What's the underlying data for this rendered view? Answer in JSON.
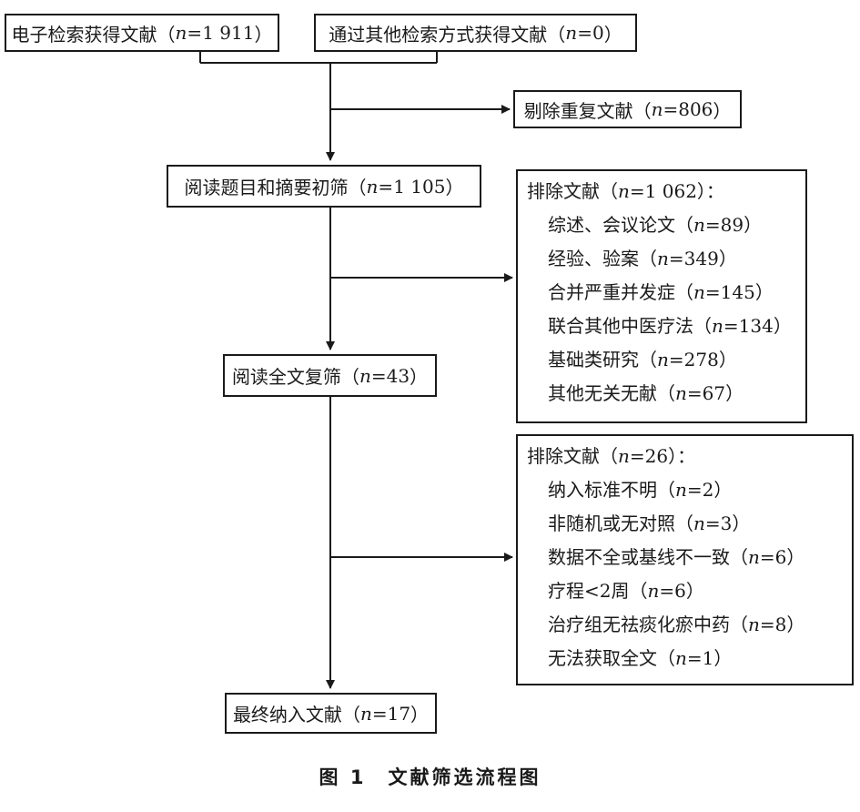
{
  "source_boxes": [
    {
      "label": "电子检索获得文献",
      "count": "1 911"
    },
    {
      "label": "通过其他检索方式获得文献",
      "count": "0"
    }
  ],
  "duplicates_box": {
    "label": "剔除重复文献",
    "count": "806"
  },
  "screen_box": {
    "label": "阅读题目和摘要初筛",
    "count": "1 105"
  },
  "exclusion_1": {
    "header": "排除文献",
    "count": "1 062",
    "items": [
      {
        "label": "综述、会议论文",
        "count": "89"
      },
      {
        "label": "经验、验案",
        "count": "349"
      },
      {
        "label": "合并严重并发症",
        "count": "145"
      },
      {
        "label": "联合其他中医疗法",
        "count": "134"
      },
      {
        "label": "基础类研究",
        "count": "278"
      },
      {
        "label": "其他无关无献",
        "count": "67"
      }
    ]
  },
  "fulltext_box": {
    "label": "阅读全文复筛",
    "count": "43"
  },
  "exclusion_2": {
    "header": "排除文献",
    "count": "26",
    "items": [
      {
        "label": "纳入标准不明",
        "count": "2"
      },
      {
        "label": "非随机或无对照",
        "count": "3"
      },
      {
        "label": "数据不全或基线不一致",
        "count": "6"
      },
      {
        "label": "疗程<2周",
        "count": "6"
      },
      {
        "label": "治疗组无祛痰化瘀中药",
        "count": "8"
      },
      {
        "label": "无法获取全文",
        "count": "1"
      }
    ]
  },
  "final_box": {
    "label": "最终纳入文献",
    "count": "17"
  },
  "caption": "图 1　文献筛选流程图"
}
